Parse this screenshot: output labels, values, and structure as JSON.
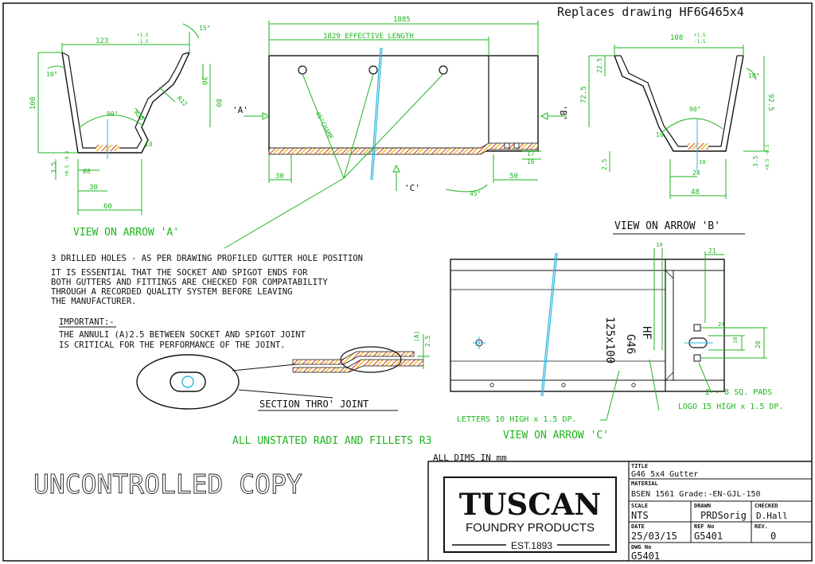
{
  "header": {
    "replaces": "Replaces drawing HF6G465x4"
  },
  "view_a": {
    "title": "VIEW ON ARROW 'A'",
    "dims": {
      "d123": "123",
      "tol_p": "+1.5",
      "tol_m": "-1.5",
      "d15": "15°",
      "d10": "10°",
      "d100": "100",
      "d30": "30",
      "d80": "80",
      "r12": "R12",
      "r28": "R28",
      "d90": "90°",
      "d10s": "10",
      "d35": "3.5",
      "d35t": "+0.5 -0.5",
      "phi8": "Ø8",
      "d30b": "30",
      "d60": "60"
    }
  },
  "main_view": {
    "dims": {
      "d1885": "1885",
      "d1829": "1829 EFFECTIVE LENGTH",
      "chamf": "45°CHAMF",
      "d30": "30",
      "d50": "50",
      "d17": "17",
      "d16": "16",
      "d45": "45°"
    },
    "arrow_a": "'A'",
    "arrow_b": "'B'",
    "arrow_c": "'C'"
  },
  "view_b": {
    "title": "VIEW ON ARROW 'B'",
    "dims": {
      "d108": "108",
      "tol_p": "+1.5",
      "tol_m": "-1.5",
      "d225": "22.5",
      "d725": "72.5",
      "d925": "92.5",
      "d10": "10°",
      "d90": "90°",
      "d10s": "10",
      "d25": "2.5",
      "d24": "24",
      "d48": "48",
      "d35": "3.5",
      "d35t": "+0.5 -0.5",
      "d10b": "10"
    }
  },
  "notes": {
    "drilled": "3 DRILLED HOLES - AS PER DRAWING PROFILED GUTTER HOLE POSITION",
    "essential": [
      "IT IS ESSENTIAL THAT THE SOCKET AND SPIGOT ENDS FOR",
      "BOTH GUTTERS AND FITTINGS ARE CHECKED FOR COMPATABILITY",
      "THROUGH A RECORDED QUALITY SYSTEM BEFORE LEAVING",
      "THE MANUFACTURER."
    ],
    "important_title": "IMPORTANT:-",
    "important": [
      "THE ANNULI (A)2.5 BETWEEN SOCKET AND SPIGOT JOINT",
      "IS CRITICAL FOR THE PERFORMANCE OF THE JOINT."
    ]
  },
  "section": {
    "title": "SECTION THRO' JOINT",
    "a": "(A)",
    "d25": "2.5"
  },
  "view_c": {
    "title": "VIEW ON ARROW 'C'",
    "mark": "G46",
    "size": "125x100",
    "logo": "HF",
    "dims": {
      "d10": "10",
      "d21": "21",
      "d10b": "10",
      "d24": "24",
      "d20": "20"
    },
    "pads": "2 - 8 SQ. PADS",
    "logo_note": "LOGO 15 HIGH x 1.5 DP.",
    "letters_note": "LETTERS 10 HIGH x 1.5 DP."
  },
  "radii_note": "ALL UNSTATED RADI AND FILLETS R3",
  "dims_note": "ALL DIMS IN mm",
  "watermark": "UNCONTROLLED COPY",
  "logo": {
    "name": "TUSCAN",
    "sub": "FOUNDRY PRODUCTS",
    "est": "EST.1893"
  },
  "title_block": {
    "title_label": "TITLE",
    "title": "G46 5x4 Gutter",
    "material_label": "MATERIAL",
    "material": "BSEN 1561 Grade:-EN-GJL-150",
    "scale_label": "SCALE",
    "scale": "NTS",
    "drawn_label": "DRAWN",
    "drawn": "PRDSorig",
    "checked_label": "CHECKED",
    "checked": "D.Hall",
    "date_label": "DATE",
    "date": "25/03/15",
    "ref_label": "REF No",
    "ref": "G5401",
    "rev_label": "REV.",
    "rev": "0",
    "dwg_label": "DWG No",
    "dwg": "G5401"
  },
  "colors": {
    "line": "#111111",
    "dim": "#1fb51f",
    "center": "#29b6e0",
    "hatch_a": "#e0301e",
    "hatch_b": "#e8c020"
  }
}
